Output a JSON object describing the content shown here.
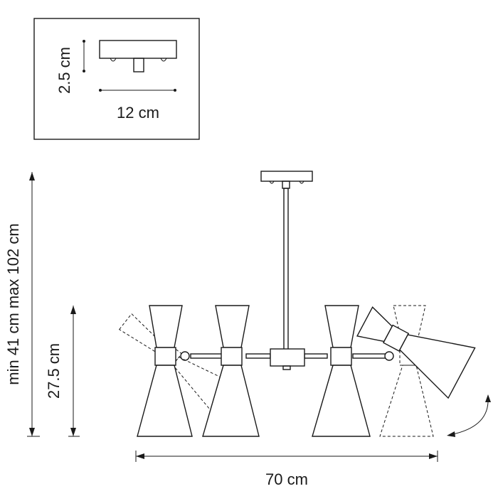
{
  "inset": {
    "height_label": "2.5 cm",
    "width_label": "12 cm"
  },
  "dimensions": {
    "total_height_label": "min 41 cm max 102 cm",
    "lamp_height_label": "27.5 cm",
    "total_width_label": "70 cm"
  },
  "colors": {
    "line": "#1a1a1a",
    "background": "#ffffff"
  }
}
